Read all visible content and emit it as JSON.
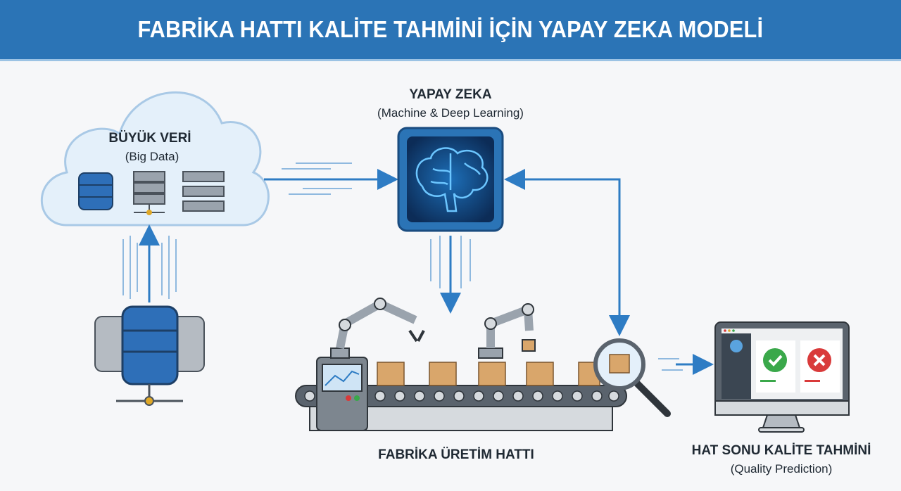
{
  "header": {
    "title": "FABRİKA HATTI KALİTE TAHMİNİ İÇİN YAPAY ZEKA MODELİ"
  },
  "big_data": {
    "title": "BÜYÜK VERİ",
    "subtitle": "(Big Data)"
  },
  "ai": {
    "title": "YAPAY ZEKA",
    "subtitle": "(Machine & Deep Learning)"
  },
  "production": {
    "title": "FABRİKA ÜRETİM HATTI"
  },
  "quality": {
    "title": "HAT SONU KALİTE TAHMİNİ",
    "subtitle": "(Quality Prediction)"
  },
  "colors": {
    "header": "#2b74b6",
    "accent": "#2e7cc4",
    "ok": "#3aa84a",
    "fail": "#d93a3a",
    "box": "#d9a66b"
  }
}
